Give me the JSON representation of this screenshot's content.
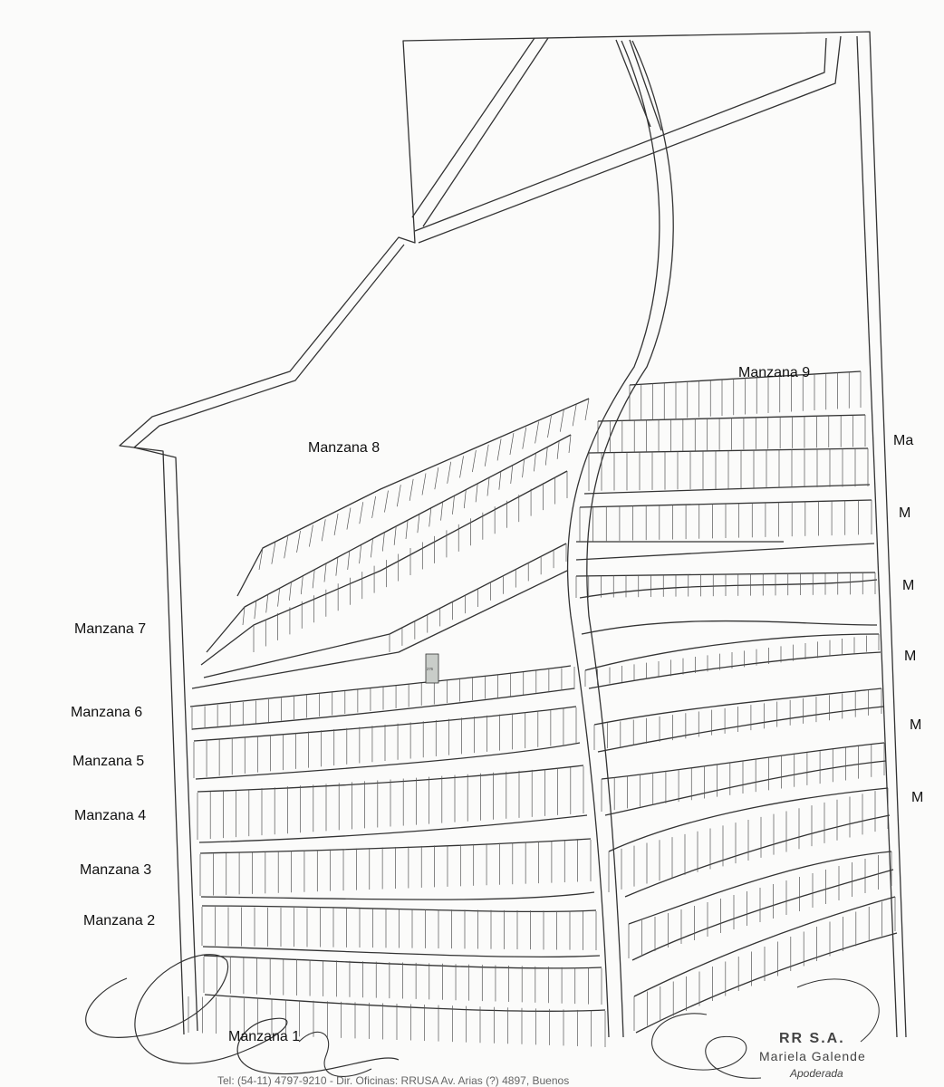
{
  "blocks": {
    "m1": "Manzana 1",
    "m2": "Manzana 2",
    "m3": "Manzana 3",
    "m4": "Manzana 4",
    "m5": "Manzana 5",
    "m6": "Manzana 6",
    "m7": "Manzana 7",
    "m8": "Manzana 8",
    "m9": "Manzana 9"
  },
  "right_edge_labels": [
    "Ma",
    "M",
    "M",
    "M",
    "M",
    "M"
  ],
  "highlighted_lot": "276",
  "stamp": {
    "company": "RR S.A.",
    "name": "Mariela Galende",
    "role": "Apoderada"
  },
  "footer": "Tel: (54-11) 4797-9210 - Dir. Oficinas: RRUSA Av. Arias (?) 4897, Buenos",
  "colors": {
    "line": "#333333",
    "paper": "#fbfbfa",
    "highlight": "#c9cdc9"
  }
}
